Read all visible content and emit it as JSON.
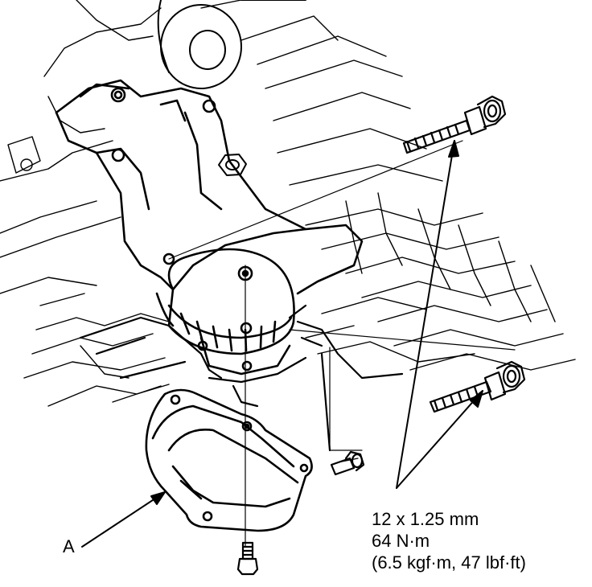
{
  "diagram": {
    "callout_a": "A",
    "bolt_spec": {
      "size": "12 x 1.25 mm",
      "torque_nm": "64 N·m",
      "torque_alt": "(6.5 kgf·m, 47 lbf·ft)"
    }
  },
  "colors": {
    "line": "#000000",
    "background": "#ffffff"
  }
}
